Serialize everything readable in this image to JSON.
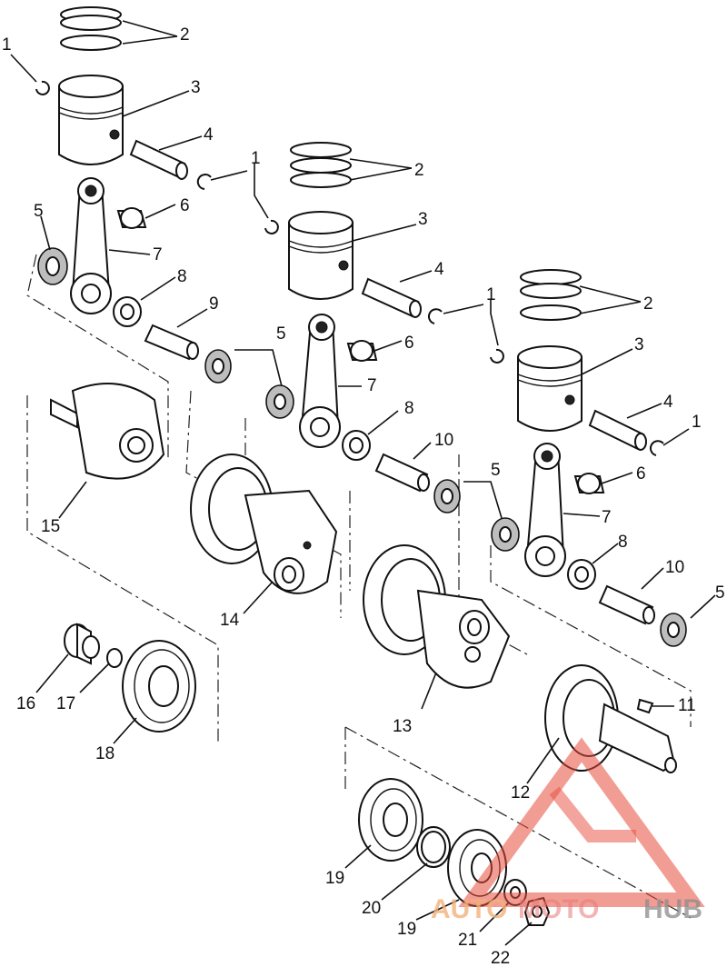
{
  "labels": {
    "p1": "1",
    "p2": "2",
    "p3": "3",
    "p4": "4",
    "p5": "5",
    "p6": "6",
    "p7": "7",
    "p8": "8",
    "p9": "9",
    "p10": "10",
    "p11": "11",
    "p12": "12",
    "p13": "13",
    "p14": "14",
    "p15": "15",
    "p16": "16",
    "p17": "17",
    "p18": "18",
    "p19": "19",
    "p20": "20",
    "p21": "21",
    "p22": "22"
  },
  "watermark": {
    "part1": "AUTO",
    "part2": "MOTO",
    "part3": "HUB",
    "colors": {
      "auto": "#f2b27a",
      "moto": "#e87a7a",
      "hub": "#8c8c8c",
      "triangle": "#e74c3c"
    }
  }
}
